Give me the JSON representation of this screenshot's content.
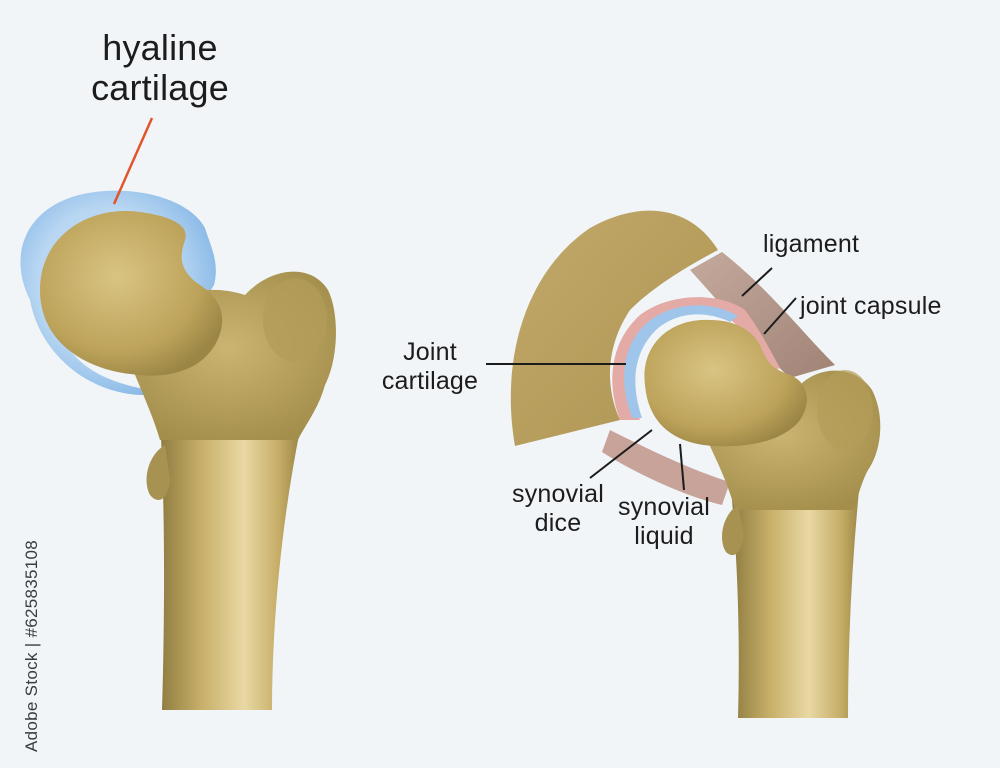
{
  "labels": {
    "hyaline_cartilage": "hyaline\ncartilage",
    "ligament": "ligament",
    "joint_capsule": "joint capsule",
    "joint_cartilage": "Joint\ncartilage",
    "synovial_dice": "synovial\ndice",
    "synovial_liquid": "synovial\nliquid"
  },
  "watermark": {
    "stock_id": "Adobe Stock | #625835108"
  },
  "colors": {
    "background": "#f1f5f8",
    "bone": "#c3aa63",
    "bone_dark": "#8f7a3a",
    "cartilage": "#9fc6ea",
    "capsule": "#b59a8e",
    "synovial": "#e6a9a6",
    "leader_orange": "#e2552a",
    "leader_dark": "#1c1c1c"
  }
}
